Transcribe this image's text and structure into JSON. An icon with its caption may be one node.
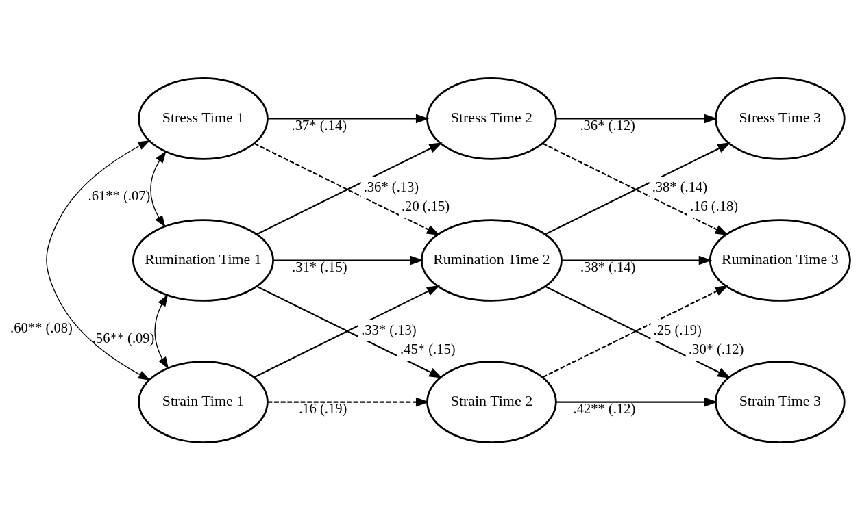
{
  "diagram": {
    "nodes": [
      {
        "text": [
          "Stress Time 1"
        ]
      },
      {
        "text": [
          "Rumination Time 1"
        ]
      },
      {
        "text": [
          "Strain Time 1"
        ]
      },
      {
        "text": [
          "Stress Time 2"
        ]
      },
      {
        "text": [
          "Rumination Time 2"
        ]
      },
      {
        "text": [
          "Strain Time 2"
        ]
      },
      {
        "text": [
          "Stress Time 3"
        ]
      },
      {
        "text": [
          "Rumination Time 3"
        ]
      },
      {
        "text": [
          "Strain Time 3"
        ]
      }
    ],
    "edges": [
      {
        "from": 0,
        "to": 3,
        "arrow": "to",
        "label": ".37* (.14)"
      },
      {
        "from": 0,
        "to": 4,
        "arrow": "to",
        "label": ".20 (.15)",
        "style": "dashed"
      },
      {
        "from": 1,
        "to": 3,
        "arrow": "to",
        "label": ".36* (.13)"
      },
      {
        "from": 1,
        "to": 4,
        "arrow": "to",
        "label": ".31* (.15)"
      },
      {
        "from": 1,
        "to": 5,
        "arrow": "to",
        "label": ".45* (.15)"
      },
      {
        "from": 2,
        "to": 4,
        "arrow": "to",
        "label": ".33* (.13)"
      },
      {
        "from": 2,
        "to": 5,
        "arrow": "to",
        "label": ".16 (.19)",
        "style": "dashed"
      },
      {
        "from": 3,
        "to": 6,
        "arrow": "to",
        "label": ".36* (.12)"
      },
      {
        "from": 3,
        "to": 7,
        "arrow": "to",
        "label": ".16 (.18)",
        "style": "dashed"
      },
      {
        "from": 4,
        "to": 6,
        "arrow": "to",
        "label": ".38* (.14)"
      },
      {
        "from": 4,
        "to": 7,
        "arrow": "to",
        "label": ".38* (.14)"
      },
      {
        "from": 4,
        "to": 8,
        "arrow": "to",
        "label": ".30* (.12)"
      },
      {
        "from": 5,
        "to": 7,
        "arrow": "to",
        "label": ".25 (.19)",
        "style": "dashed"
      },
      {
        "from": 5,
        "to": 8,
        "arrow": "to",
        "label": ".42** (.12)"
      },
      {
        "from": 0,
        "to": 1,
        "arrow": "both",
        "label": ".61** (.07)"
      },
      {
        "from": 1,
        "to": 2,
        "arrow": "both",
        "label": ".56** (.09)"
      },
      {
        "from": 0,
        "to": 2,
        "arrow": "both",
        "label": ".60** (.08)"
      }
    ]
  }
}
